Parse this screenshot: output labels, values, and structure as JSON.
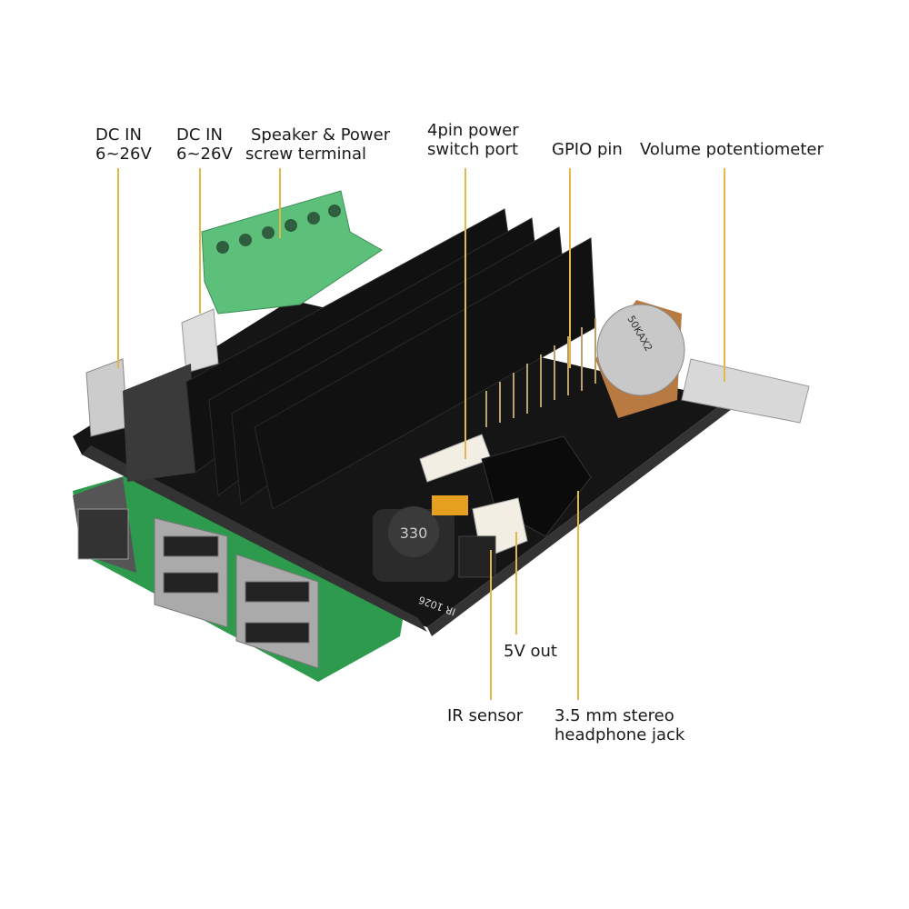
{
  "labels": {
    "dc_in_1": {
      "line1": "DC IN",
      "line2": "6~26V"
    },
    "dc_in_2": {
      "line1": "DC IN",
      "line2": "6~26V"
    },
    "speaker_terminal": {
      "line1": "Speaker & Power",
      "line2": "screw terminal"
    },
    "power_switch_port": {
      "line1": "4pin power",
      "line2": "switch  port"
    },
    "gpio_pin": "GPIO pin",
    "volume_pot": "Volume potentiometer",
    "five_v_out": "5V out",
    "ir_sensor": "IR sensor",
    "headphone_jack": {
      "line1": "3.5 mm stereo",
      "line2": "headphone jack"
    }
  },
  "board_marking": "IR 1026",
  "inductor_marking": "330",
  "pot_marking": "50KAX2",
  "colors": {
    "callout_line": "#e2b84a",
    "board": "#151515",
    "terminal": "#5cbf7a",
    "pi_pcb": "#2e9a4e"
  }
}
